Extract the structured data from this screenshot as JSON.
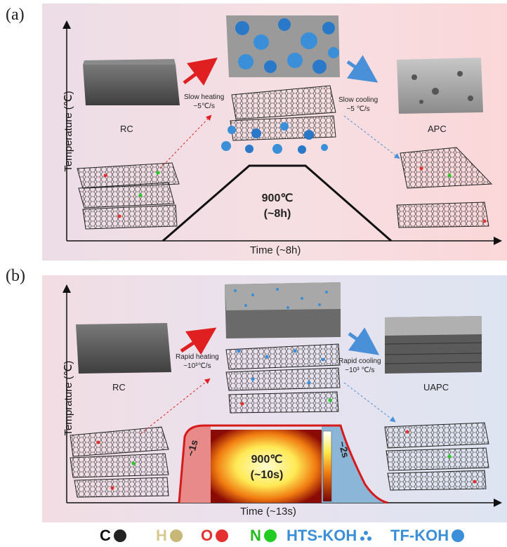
{
  "panel_a": {
    "label": "(a)",
    "y_axis": "Temperature (℃)",
    "x_axis": "Time (~8h)",
    "left_material": "RC",
    "right_material": "APC",
    "heating": {
      "line1": "Slow heating",
      "line2": "~5℃/s"
    },
    "cooling": {
      "line1": "Slow cooling",
      "line2": "~5 ℃/s"
    },
    "plateau": {
      "line1": "900℃",
      "line2": "(~8h)"
    }
  },
  "panel_b": {
    "label": "(b)",
    "y_axis": "Temprature (℃)",
    "x_axis": "Time (~13s)",
    "left_material": "RC",
    "right_material": "UAPC",
    "heating": {
      "line1": "Rapid heating",
      "line2": "~10³℃/s"
    },
    "cooling": {
      "line1": "Rapid cooling",
      "line2": "~10³ ℃/s"
    },
    "plateau": {
      "line1": "900℃",
      "line2": "(~10s)"
    },
    "rise_time": "~1s",
    "fall_time": "~2s"
  },
  "legend": [
    {
      "symbol": "C",
      "color": "#111111",
      "dot": "#222222"
    },
    {
      "symbol": "H",
      "color": "#d8c98e",
      "dot": "#c8b878"
    },
    {
      "symbol": "O",
      "color": "#e53030",
      "dot": "#e53030"
    },
    {
      "symbol": "N",
      "color": "#22bb22",
      "dot": "#22cc22"
    },
    {
      "symbol": "HTS-KOH",
      "color": "#3a8fd8",
      "dot": "#3a8fd8"
    },
    {
      "symbol": "TF-KOH",
      "color": "#3a8fd8",
      "dot": "#3a8fd8"
    }
  ]
}
